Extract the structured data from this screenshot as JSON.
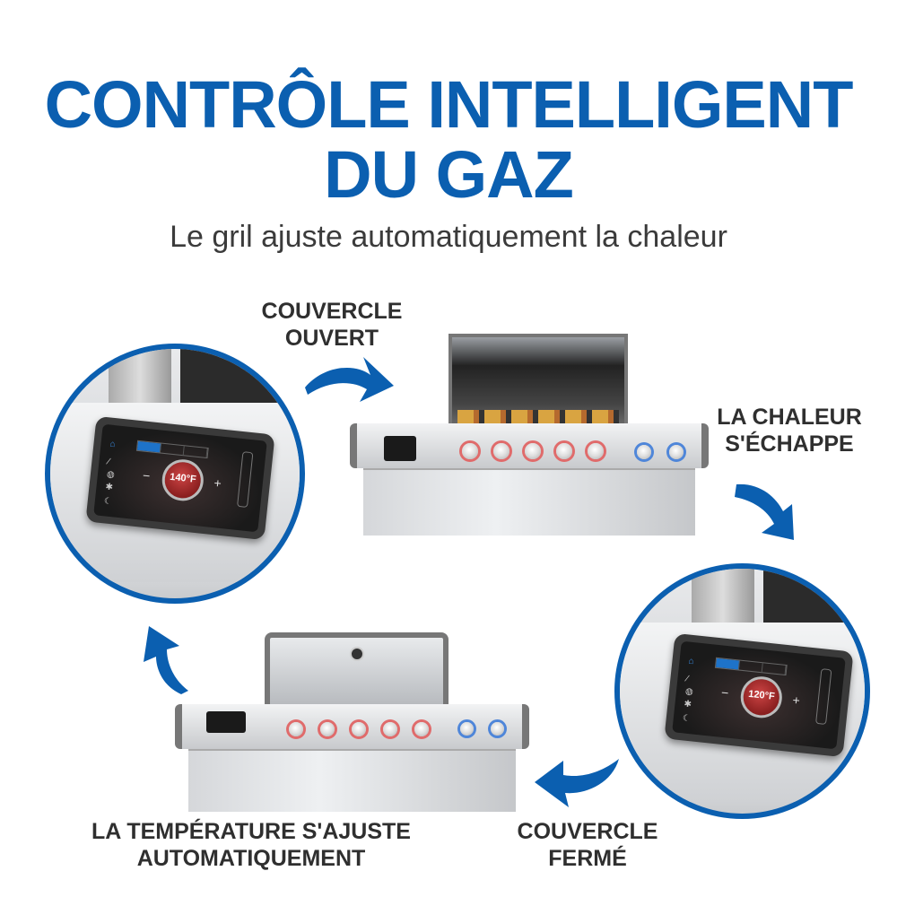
{
  "header": {
    "title_line1": "CONTRÔLE INTELLIGENT",
    "title_line2": "DU GAZ",
    "subtitle": "Le gril ajuste automatiquement la chaleur"
  },
  "steps": [
    {
      "id": "lid-open",
      "line1": "COUVERCLE",
      "line2": "OUVERT"
    },
    {
      "id": "heat-escapes",
      "line1": "LA CHALEUR",
      "line2": "S'ÉCHAPPE"
    },
    {
      "id": "lid-closed",
      "line1": "COUVERCLE",
      "line2": "FERMÉ"
    },
    {
      "id": "temp-adjusts",
      "line1": "LA TEMPÉRATURE S'AJUSTE",
      "line2": "AUTOMATIQUEMENT"
    }
  ],
  "displays": {
    "top_left": {
      "temperature": "140°F",
      "minus": "−",
      "plus": "+"
    },
    "bottom_right": {
      "temperature": "120°F",
      "minus": "−",
      "plus": "+"
    }
  },
  "colors": {
    "brand_blue": "#0b5fb0",
    "text_dark": "#2f2f2f",
    "knob_main_ring": "#e06b6b",
    "knob_side_ring": "#4f86d9"
  },
  "icons": [
    "home-icon",
    "brush-icon",
    "light-icon",
    "gear-icon",
    "moon-icon",
    "curved-arrow-icon"
  ]
}
